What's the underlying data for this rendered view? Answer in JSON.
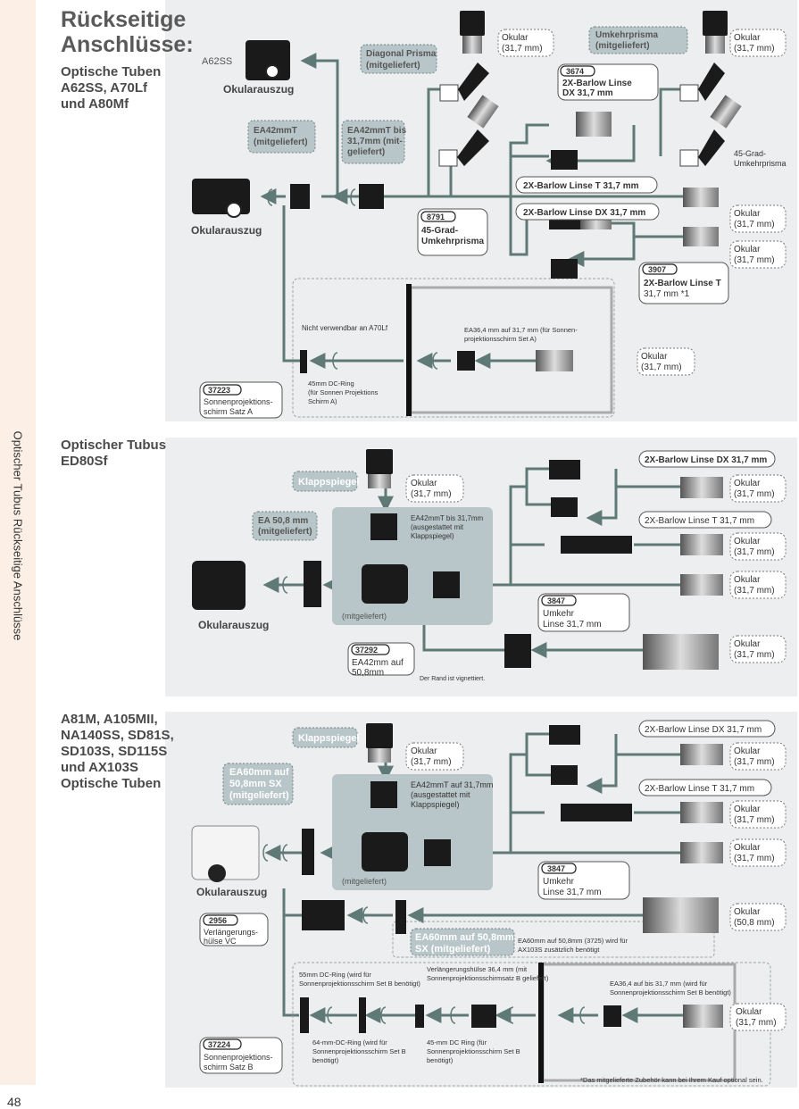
{
  "sidebar": {
    "vertical_label": "Optischer Tubus Rückseitige Anschlüsse",
    "page_number": "48"
  },
  "section1": {
    "title_line1": "Rückseitige",
    "title_line2": "Anschlüsse:",
    "subtitle": [
      "Optische Tuben",
      "A62SS, A70Lf",
      "und A80Mf"
    ],
    "label_a62ss": "A62SS",
    "label_okularauszug_top": "Okularauszug",
    "label_okularauszug_main": "Okularauszug",
    "ea42mmt": [
      "EA42mmT",
      "(mitgeliefert)"
    ],
    "ea42_317": [
      "EA42mmT bis",
      "31,7mm (mit-",
      "geliefert)"
    ],
    "diagonal_prisma": [
      "Diagonal Prisma",
      "(mitgeliefert)"
    ],
    "okular1": [
      "Okular",
      "(31,7 mm)"
    ],
    "umkehrprisma": [
      "Umkehrprisma",
      "(mitgeliefert)"
    ],
    "okular2": [
      "Okular",
      "(31,7 mm)"
    ],
    "p3674": {
      "code": "3674",
      "text": [
        "2X-Barlow Linse",
        "DX 31,7 mm"
      ]
    },
    "prism45_right": [
      "45-Grad-",
      "Umkehrprisma"
    ],
    "barlow_t": "2X-Barlow Linse T 31,7 mm",
    "barlow_dx": "2X-Barlow Linse DX 31,7 mm",
    "okular3": [
      "Okular",
      "(31,7 mm)"
    ],
    "okular4": [
      "Okular",
      "(31,7 mm)"
    ],
    "p8791": {
      "code": "8791",
      "text": [
        "45-Grad-",
        "Umkehrprisma"
      ]
    },
    "p3907": {
      "code": "3907",
      "text": [
        "2X-Barlow Linse T",
        "31,7 mm *1"
      ]
    },
    "not_a70lf": "Nicht verwendbar an A70Lf",
    "ea364": [
      "EA36,4 mm auf 31,7 mm (für Sonnen-",
      "projektionsschirm Set A)"
    ],
    "okular5": [
      "Okular",
      "(31,7 mm)"
    ],
    "dc45": [
      "45mm DC-Ring",
      "(für Sonnen Projektions",
      "Schirm A)"
    ],
    "p37223": {
      "code": "37223",
      "text": [
        "Sonnenprojektions-",
        "schirm Satz A"
      ]
    }
  },
  "section2": {
    "title": [
      "Optischer Tubus",
      "ED80Sf"
    ],
    "klappspiegel": "Klappspiegel",
    "okular_top": [
      "Okular",
      "(31,7 mm)"
    ],
    "ea508": [
      "EA 50,8 mm",
      "(mitgeliefert)"
    ],
    "ea42_317": [
      "EA42mmT bis 31,7mm",
      "(ausgestattet mit",
      "Klappspiegel)"
    ],
    "mitgeliefert": "(mitgeliefert)",
    "okularauszug": "Okularauszug",
    "barlow_dx": "2X-Barlow Linse DX 31,7 mm",
    "barlow_t": "2X-Barlow Linse T 31,7 mm",
    "okular1": [
      "Okular",
      "(31,7 mm)"
    ],
    "okular2": [
      "Okular",
      "(31,7 mm)"
    ],
    "okular3": [
      "Okular",
      "(31,7 mm)"
    ],
    "okular4": [
      "Okular",
      "(31,7 mm)"
    ],
    "p3847": {
      "code": "3847",
      "text": [
        "Umkehr",
        "Linse 31,7 mm"
      ]
    },
    "p37292": {
      "code": "37292",
      "text": [
        "EA42mm auf",
        "50,8mm"
      ]
    },
    "vignette": "Der Rand ist vignettiert."
  },
  "section3": {
    "title": [
      "A81M, A105MII,",
      "NA140SS, SD81S,",
      "SD103S, SD115S",
      "und AX103S",
      "Optische Tuben"
    ],
    "klappspiegel": "Klappspiegel",
    "okular_top": [
      "Okular",
      "(31,7 mm)"
    ],
    "ea60sx": [
      "EA60mm auf",
      "50,8mm SX",
      "(mitgeliefert)"
    ],
    "ea42_317": [
      "EA42mmT auf 31,7mm",
      "(ausgestattet mit",
      "Klappspiegel)"
    ],
    "mitgeliefert": "(mitgeliefert)",
    "okularauszug": "Okularauszug",
    "barlow_dx": "2X-Barlow Linse DX 31,7 mm",
    "barlow_t": "2X-Barlow Linse T 31,7 mm",
    "okular1": [
      "Okular",
      "(31,7 mm)"
    ],
    "okular2": [
      "Okular",
      "(31,7 mm)"
    ],
    "okular3": [
      "Okular",
      "(31,7 mm)"
    ],
    "okular4": [
      "Okular",
      "(31,7 mm)"
    ],
    "p3847": {
      "code": "3847",
      "text": [
        "Umkehr",
        "Linse 31,7 mm"
      ]
    },
    "p2956": {
      "code": "2956",
      "text": [
        "Verlängerungs-",
        "hülse VC"
      ]
    },
    "ea60_box": [
      "EA60mm auf 50,8mm",
      "SX (mitgeliefert)"
    ],
    "ea60_note": [
      "EA60mm auf 50,8mm (3725) wird für",
      "AX103S zusätzlich benötigt"
    ],
    "okular508": [
      "Okular",
      "(50,8 mm)"
    ],
    "dc55": [
      "55mm DC-Ring (wird für",
      "Sonnenprojektionsschirm Set B benötigt)"
    ],
    "verl364": [
      "Verlängerungshülse 36,4 mm (mit",
      "Sonnenprojektionsschirmsatz B geliefert)"
    ],
    "ea364": [
      "EA36,4 auf bis 31,7 mm (wird für",
      "Sonnenprojektionsschirm Set B benötigt)"
    ],
    "okular5": [
      "Okular",
      "(31,7 mm)"
    ],
    "dc64": [
      "64-mm-DC-Ring (wird für",
      "Sonnenprojektionsschirm Set B",
      "benötigt)"
    ],
    "dc45": [
      "45-mm  DC Ring (für",
      "Sonnenprojektionsschirm Set B",
      "benötigt)"
    ],
    "p37224": {
      "code": "37224",
      "text": [
        "Sonnenprojektions-",
        "schirm Satz B"
      ]
    },
    "footnote": "*Das mitgelieferte Zubehör kann bei Ihrem Kauf optional sein."
  }
}
